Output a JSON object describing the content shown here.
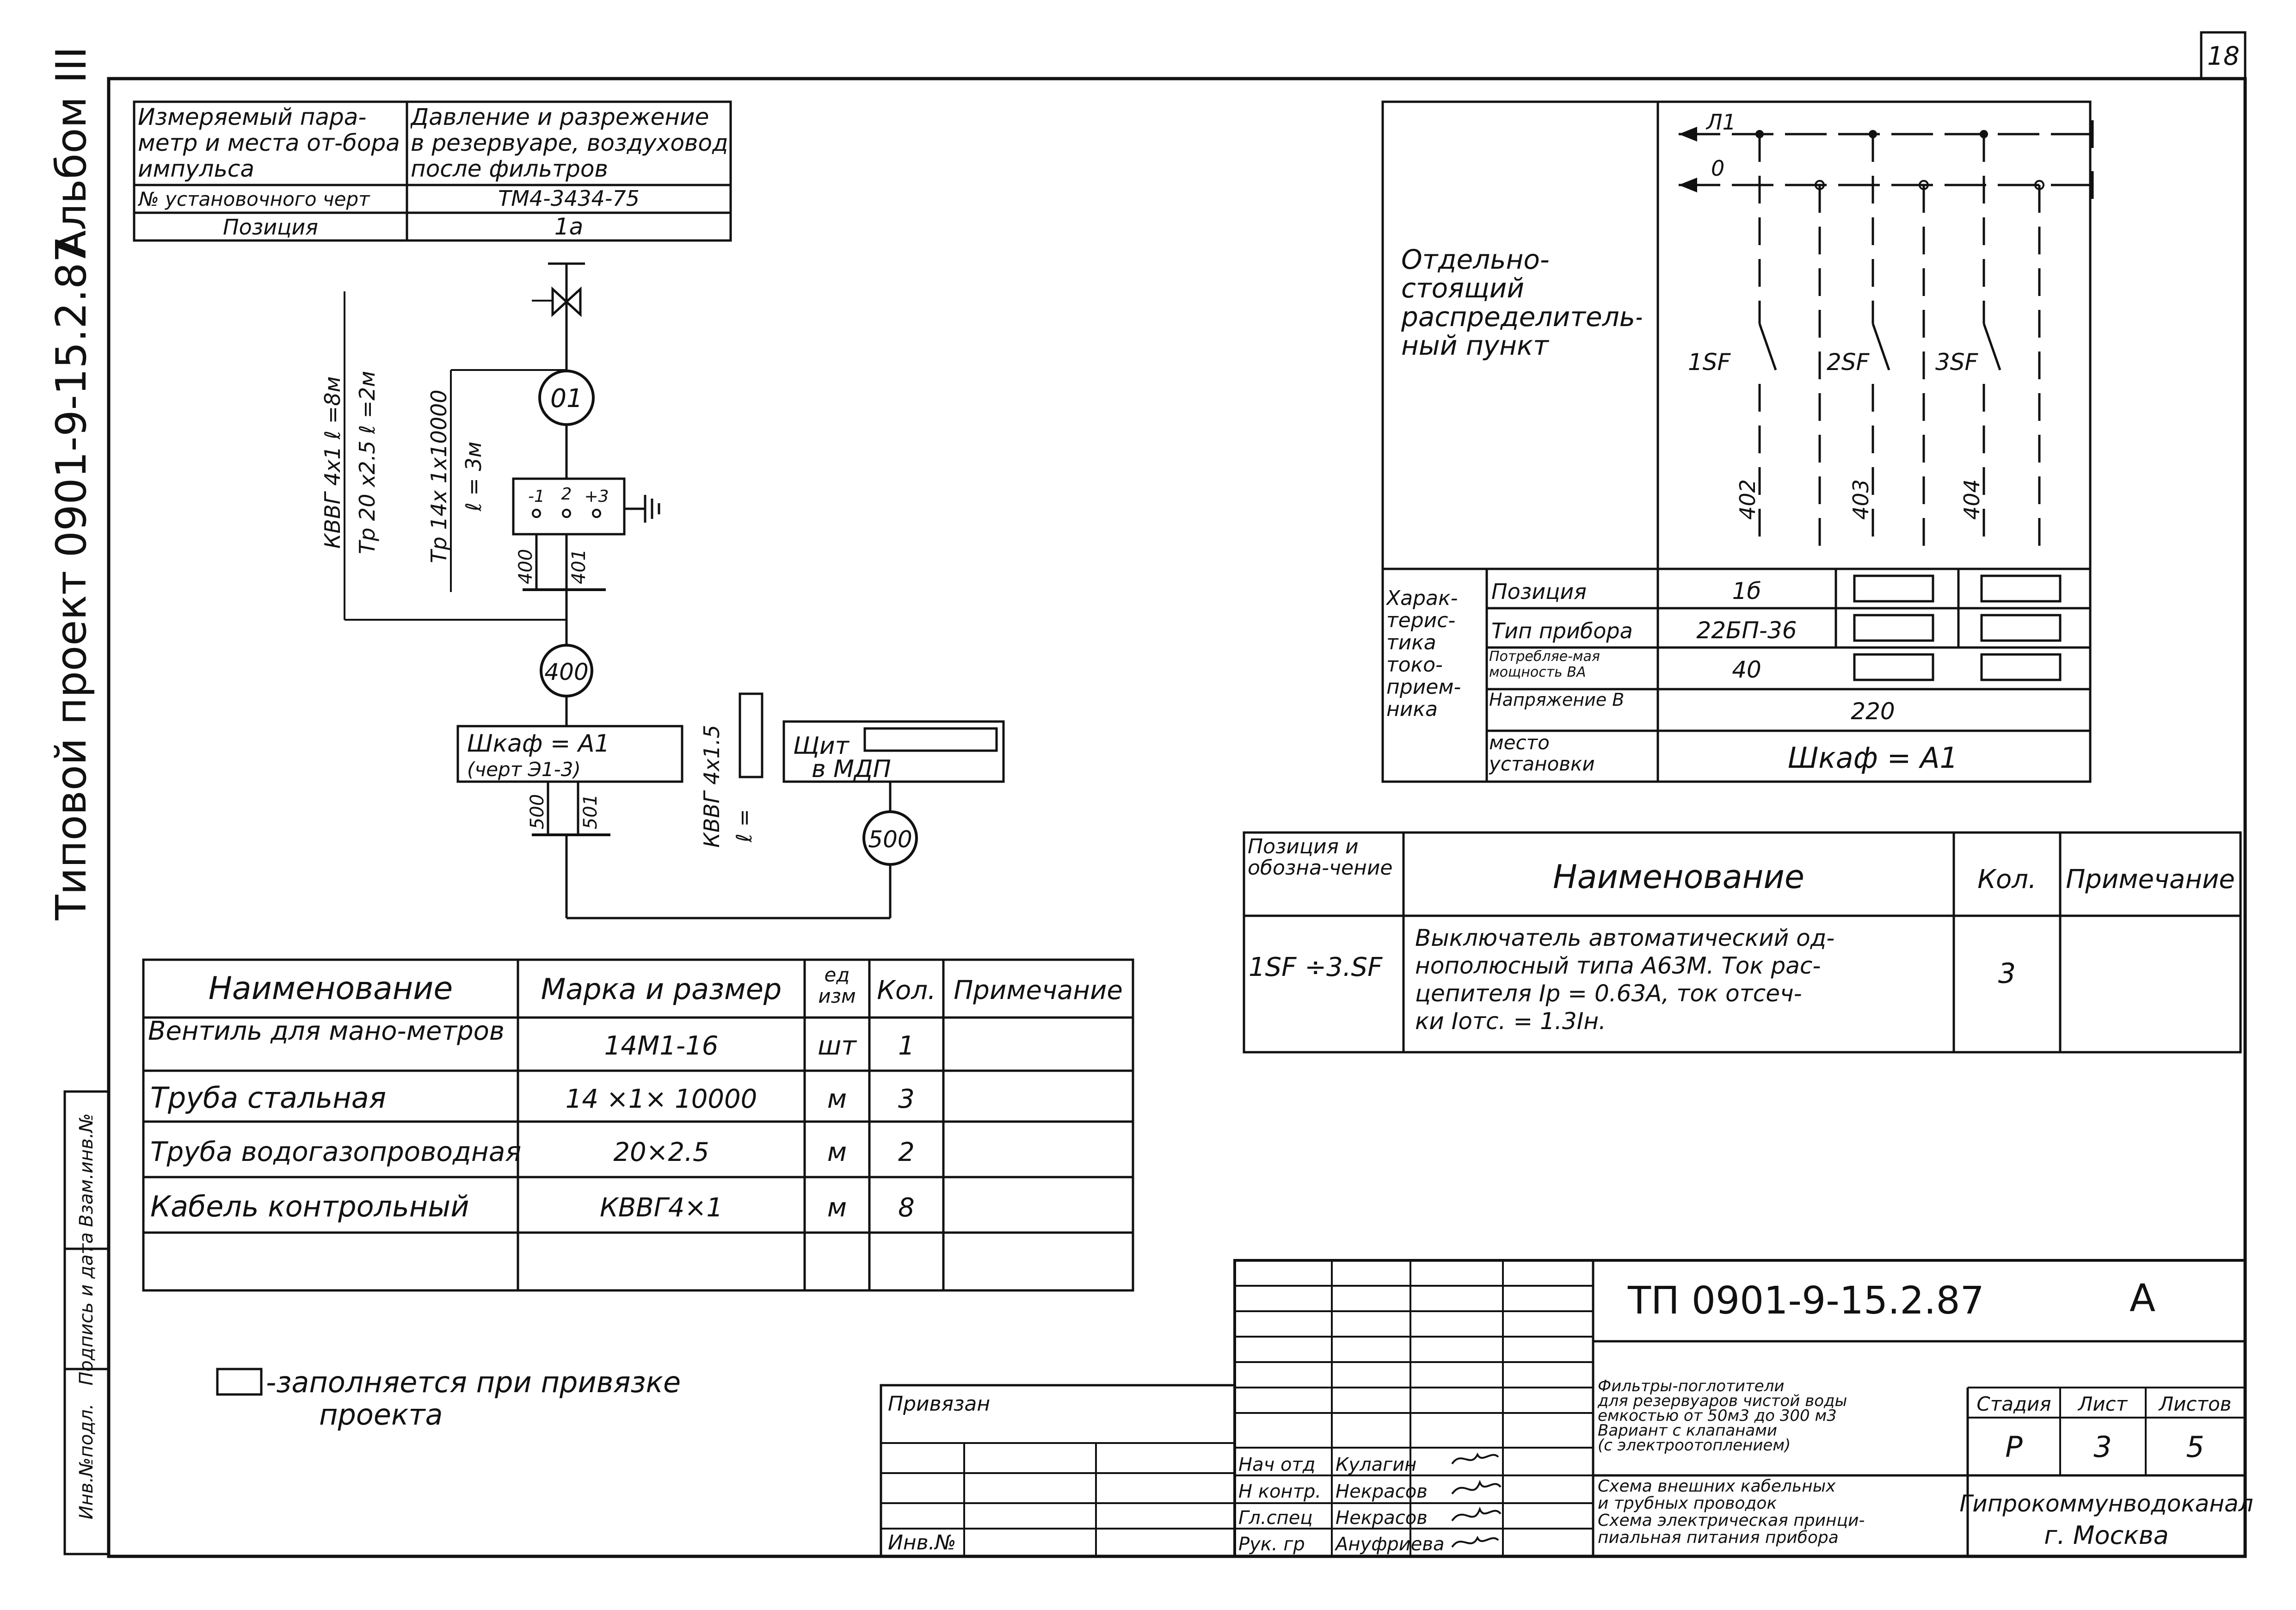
{
  "sheet": {
    "number": "18"
  },
  "side_stamp": {
    "album": "Альбом III",
    "project": "Типовой проект 0901-9-15.2.87",
    "stamp_cells": [
      "Инв.№подл.",
      "Подпись и дата",
      "Взам.инв.№"
    ]
  },
  "measurement_table": {
    "rows": [
      {
        "label": "Измеряемый пара-метр и места от-бора импульса",
        "value": "Давление и разрежение в резервуаре, воздуховод после фильтров"
      },
      {
        "label": "№ установочного черт",
        "value": "ТМ4-3434-75"
      },
      {
        "label": "Позиция",
        "value": "1а"
      }
    ]
  },
  "scheme": {
    "nodes": [
      "01",
      "400",
      "500"
    ],
    "terminals": [
      "-1",
      "2",
      "+3"
    ],
    "wires": [
      "400",
      "401",
      "500",
      "501"
    ],
    "pipe_label_1": "Тр 14х 1х10000",
    "pipe_label_2": "ℓ = 3м",
    "cable_label_1": "КВВГ 4х1 ℓ =8м",
    "cable_label_2": "Тр 20 х2.5 ℓ =2м",
    "cabinet_1": "Шкаф = А1",
    "cabinet_2": "(черт Э1-3)",
    "cable_label_3": "КВВГ 4х1.5",
    "cable_label_4": "ℓ =",
    "panel_1": "Щит",
    "panel_2": "в МДП"
  },
  "distribution": {
    "title": "Отдельно-стоящий распределитель-ный пункт",
    "buses": [
      "Л1",
      "0"
    ],
    "breakers": [
      "1SF",
      "2SF",
      "3SF"
    ],
    "circuits": [
      "402",
      "403",
      "404"
    ],
    "char_label": "Харак-терис-тика токо-прием-ника",
    "rows": [
      {
        "label": "Позиция",
        "value": "1б"
      },
      {
        "label": "Тип прибора",
        "value": "22БП-36"
      },
      {
        "label": "Потребляе-мая мощность ВА",
        "value": "40"
      },
      {
        "label": "Напряжение В",
        "value": "220"
      },
      {
        "label": "место установки",
        "value": "Шкаф = А1"
      }
    ]
  },
  "breaker_table": {
    "headers": [
      "Позиция и обозна-чение",
      "Наименование",
      "Кол.",
      "Примечание"
    ],
    "row": {
      "pos": "1SF ÷3.SF",
      "name_lines": [
        "Выключатель автоматический од-",
        "нополюсный типа А63М. Ток рас-",
        "цепителя Iр = 0.63А, ток отсеч-",
        "ки Iотс. = 1.3Iн."
      ],
      "qty": "3",
      "note": ""
    }
  },
  "materials_table": {
    "headers": [
      "Наименование",
      "Марка и размер",
      "ед изм",
      "Кол.",
      "Примечание"
    ],
    "rows": [
      {
        "name": "Вентиль для мано-метров",
        "mark": "14М1-16",
        "unit": "шт",
        "qty": "1",
        "note": ""
      },
      {
        "name": "Труба стальная",
        "mark": "14 ×1× 10000",
        "unit": "м",
        "qty": "3",
        "note": ""
      },
      {
        "name": "Труба водогазопроводная",
        "mark": "20×2.5",
        "unit": "м",
        "qty": "2",
        "note": ""
      },
      {
        "name": "Кабель контрольный",
        "mark": "КВВГ4×1",
        "unit": "м",
        "qty": "8",
        "note": ""
      }
    ]
  },
  "legend": {
    "line1": "-заполняется при привязке",
    "line2": "проекта"
  },
  "binding": {
    "label": "Привязан",
    "inv": "Инв.№"
  },
  "title_block": {
    "code": "ТП 0901-9-15.2.87",
    "letter": "А",
    "object_lines": [
      "Фильтры-поглотители",
      "для резервуаров чистой воды",
      "емкостью от 50м3 до 300 м3",
      "Вариант с клапанами",
      "(с электроотоплением)"
    ],
    "sheet_lines": [
      "Схема внешних кабельных",
      "и трубных проводок",
      "Схема электрическая принци-",
      "пиальная питания прибора"
    ],
    "stage_label": "Стадия",
    "stage": "Р",
    "sheet_label": "Лист",
    "sheet": "3",
    "sheets_label": "Листов",
    "sheets": "5",
    "org_1": "Гипрокоммунводоканал",
    "org_2": "г. Москва",
    "people": [
      {
        "role": "Нач отд",
        "name": "Кулагин"
      },
      {
        "role": "Н контр.",
        "name": "Некрасов"
      },
      {
        "role": "Гл.спец",
        "name": "Некрасов"
      },
      {
        "role": "Рук. гр",
        "name": "Ануфриева"
      }
    ]
  }
}
